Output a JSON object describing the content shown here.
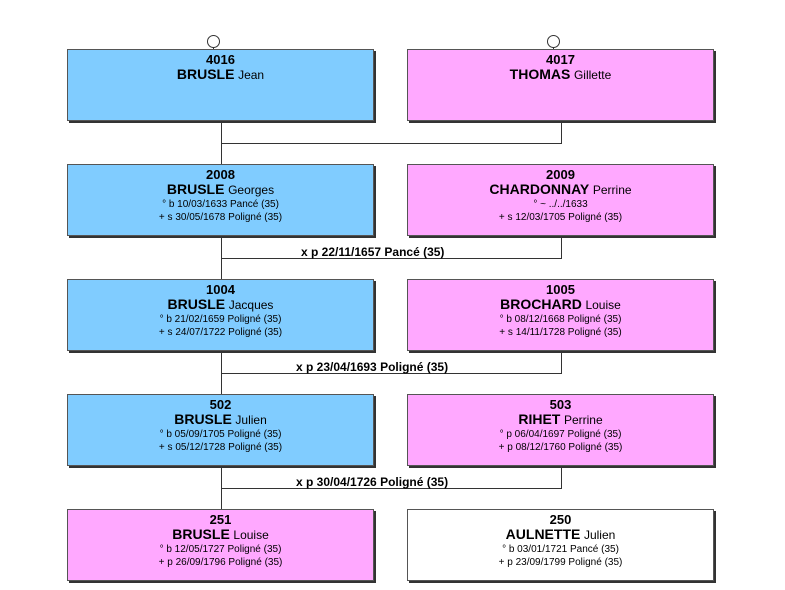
{
  "persons": {
    "p4016": {
      "num": "4016",
      "surname": "BRUSLE",
      "given": "Jean"
    },
    "p4017": {
      "num": "4017",
      "surname": "THOMAS",
      "given": "Gillette"
    },
    "p2008": {
      "num": "2008",
      "surname": "BRUSLE",
      "given": "Georges",
      "ev1": "° b 10/03/1633 Pancé (35)",
      "ev2": "+ s 30/05/1678 Poligné (35)"
    },
    "p2009": {
      "num": "2009",
      "surname": "CHARDONNAY",
      "given": "Perrine",
      "ev1": "° ~ ../../1633",
      "ev2": "+ s 12/03/1705 Poligné (35)"
    },
    "p1004": {
      "num": "1004",
      "surname": "BRUSLE",
      "given": "Jacques",
      "ev1": "° b 21/02/1659 Poligné (35)",
      "ev2": "+ s 24/07/1722 Poligné (35)"
    },
    "p1005": {
      "num": "1005",
      "surname": "BROCHARD",
      "given": "Louise",
      "ev1": "° b 08/12/1668 Poligné (35)",
      "ev2": "+ s 14/11/1728 Poligné (35)"
    },
    "p502": {
      "num": "502",
      "surname": "BRUSLE",
      "given": "Julien",
      "ev1": "° b 05/09/1705 Poligné (35)",
      "ev2": "+ s 05/12/1728 Poligné (35)"
    },
    "p503": {
      "num": "503",
      "surname": "RIHET",
      "given": "Perrine",
      "ev1": "° p 06/04/1697 Poligné (35)",
      "ev2": "+ p 08/12/1760 Poligné (35)"
    },
    "p251": {
      "num": "251",
      "surname": "BRUSLE",
      "given": "Louise",
      "ev1": "° b 12/05/1727 Poligné (35)",
      "ev2": "+ p 26/09/1796 Poligné (35)"
    },
    "p250": {
      "num": "250",
      "surname": "AULNETTE",
      "given": "Julien",
      "ev1": "° b 03/01/1721 Pancé (35)",
      "ev2": "+ p 23/09/1799 Poligné (35)"
    }
  },
  "marriages": {
    "m1": "x p 22/11/1657 Pancé (35)",
    "m2": "x p 23/04/1693 Poligné (35)",
    "m3": "x p 30/04/1726 Poligné (35)"
  }
}
